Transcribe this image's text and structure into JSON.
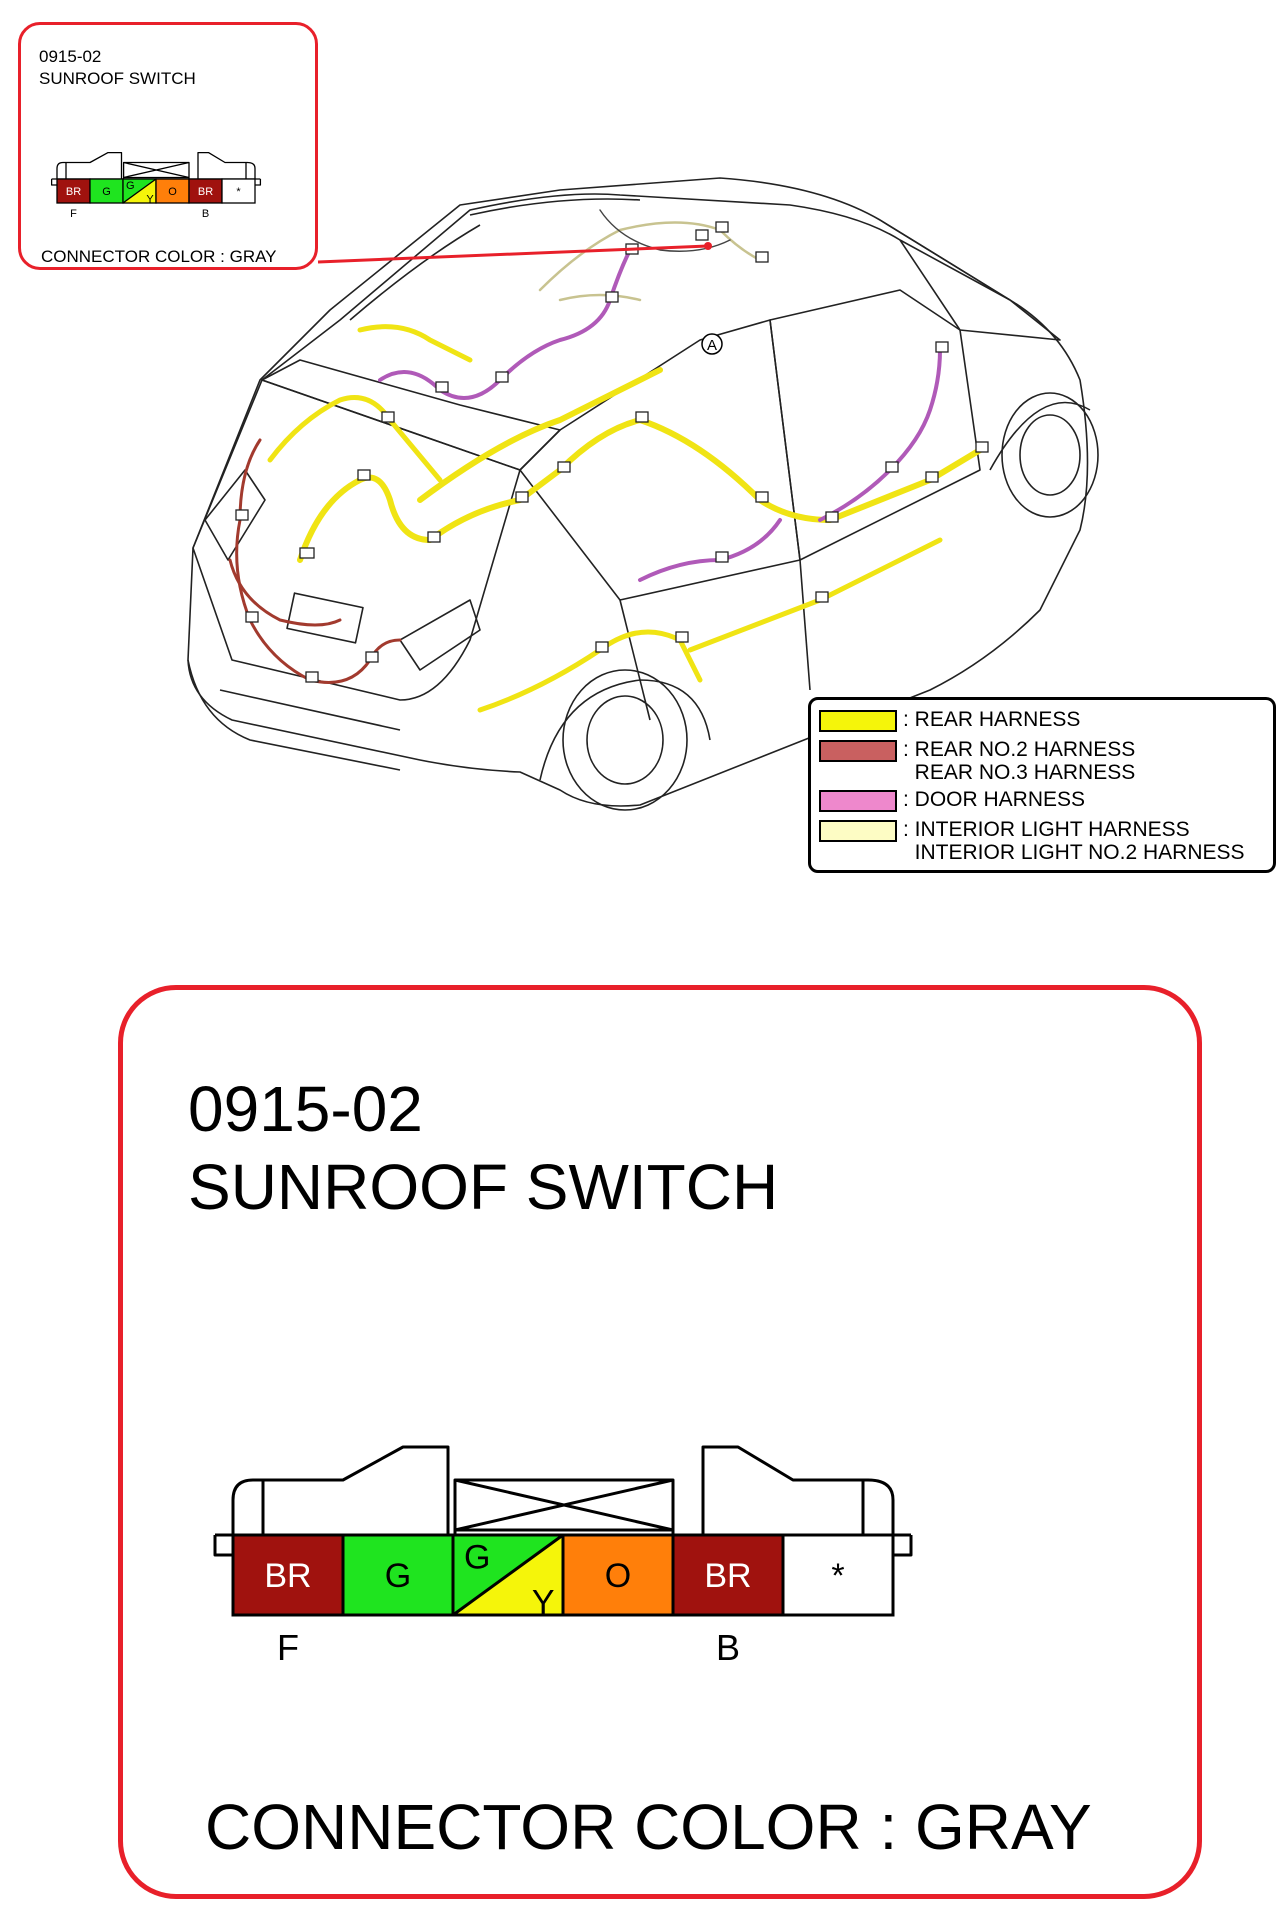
{
  "connector": {
    "code": "0915-02",
    "name": "SUNROOF SWITCH",
    "connector_color": "CONNECTOR COLOR : GRAY",
    "pins": [
      {
        "label": "BR",
        "fill": "#a0120e",
        "text_color": "#ffffff"
      },
      {
        "label": "G",
        "fill": "#1fe41f",
        "text_color": "#000000"
      },
      {
        "label": "G",
        "label2": "Y",
        "fill": "#1fe41f",
        "fill2": "#f5f50a",
        "text_color": "#000000",
        "split": true
      },
      {
        "label": "O",
        "fill": "#ff7f0a",
        "text_color": "#000000"
      },
      {
        "label": "BR",
        "fill": "#a0120e",
        "text_color": "#ffffff"
      },
      {
        "label": "*",
        "fill": "#ffffff",
        "text_color": "#000000"
      }
    ],
    "pin_markers": [
      {
        "label": "F",
        "pin_index": 0
      },
      {
        "label": "B",
        "pin_index": 4
      }
    ]
  },
  "vehicle": {
    "location_marker": "A"
  },
  "legend": {
    "items": [
      {
        "color": "#f5f50a",
        "label": ": REAR HARNESS"
      },
      {
        "color": "#c96060",
        "label": ": REAR NO.2 HARNESS\n  REAR NO.3 HARNESS"
      },
      {
        "color": "#ee88cc",
        "label": ": DOOR HARNESS"
      },
      {
        "color": "#fdfcc4",
        "label": ": INTERIOR LIGHT HARNESS\n  INTERIOR LIGHT NO.2 HARNESS"
      }
    ]
  },
  "colors": {
    "callout_border": "#e8202a",
    "rear_harness": "#f0e414",
    "rear_no2_harness": "#a23a2e",
    "door_harness": "#b05ab8",
    "interior_light_harness": "#f2efb0"
  }
}
